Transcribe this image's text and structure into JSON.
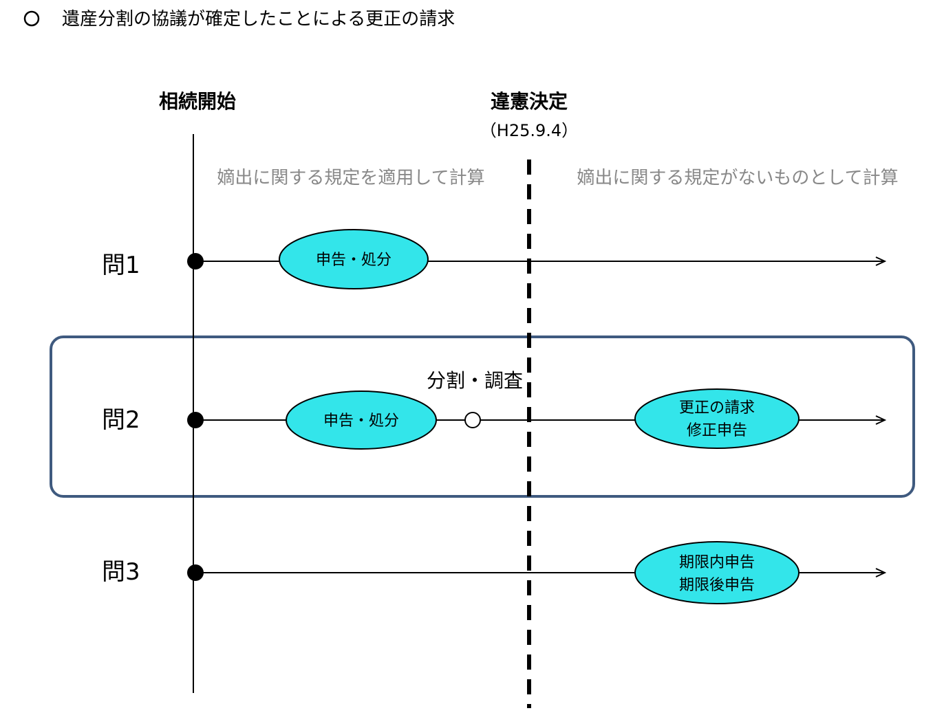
{
  "page_title": "遺産分割の協議が確定したことによる更正の請求",
  "title_bullet_icon": "circle-outline-icon",
  "markers": {
    "inheritance_start": "相続開始",
    "unconstitutional_ruling": "違憲決定",
    "ruling_date": "（H25.9.4）"
  },
  "regions": {
    "before": "嫡出に関する規定を適用して計算",
    "after": "嫡出に関する規定がないものとして計算"
  },
  "rows": [
    {
      "label": "問1",
      "nodes": [
        {
          "lines": [
            "申告・処分"
          ]
        }
      ]
    },
    {
      "label": "問2",
      "nodes": [
        {
          "lines": [
            "申告・処分"
          ]
        },
        {
          "lines": [
            "更正の請求",
            "修正申告"
          ]
        }
      ],
      "annotation": "分割・調査"
    },
    {
      "label": "問3",
      "nodes": [
        {
          "lines": [
            "期限内申告",
            "期限後申告"
          ]
        }
      ]
    }
  ],
  "colors": {
    "node_fill": "#33e5ea",
    "highlight_border": "#3f5a7f",
    "region_text": "#888888",
    "line": "#000000"
  }
}
